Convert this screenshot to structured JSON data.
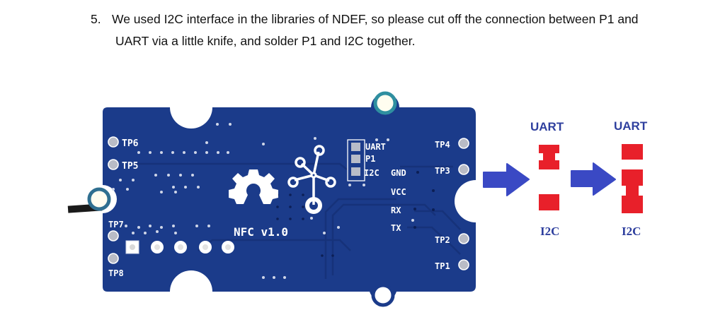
{
  "instruction": {
    "number": "5.",
    "line1": "We used I2C interface in the libraries of NDEF, so please cut off the connection between P1 and",
    "line2": "UART via a little knife, and solder P1 and I2C together."
  },
  "board": {
    "color": "#1b3b8a",
    "silkscreen_color": "#ffffff",
    "title": "NFC v1.0",
    "test_points": {
      "tp1": "TP1",
      "tp2": "TP2",
      "tp3": "TP3",
      "tp4": "TP4",
      "tp5": "TP5",
      "tp6": "TP6",
      "tp7": "TP7",
      "tp8": "TP8"
    },
    "jumper_labels": {
      "uart": "UART",
      "p1": "P1",
      "i2c": "I2C"
    },
    "pin_labels": {
      "gnd": "GND",
      "vcc": "VCC",
      "rx": "RX",
      "tx": "TX"
    }
  },
  "diagram": {
    "pad_color": "#e8202a",
    "arrow_color": "#3a49c4",
    "label_color": "#2e3f9e",
    "before": {
      "top_label": "UART",
      "bottom_label": "I2C"
    },
    "after": {
      "top_label": "UART",
      "bottom_label": "I2C"
    }
  }
}
